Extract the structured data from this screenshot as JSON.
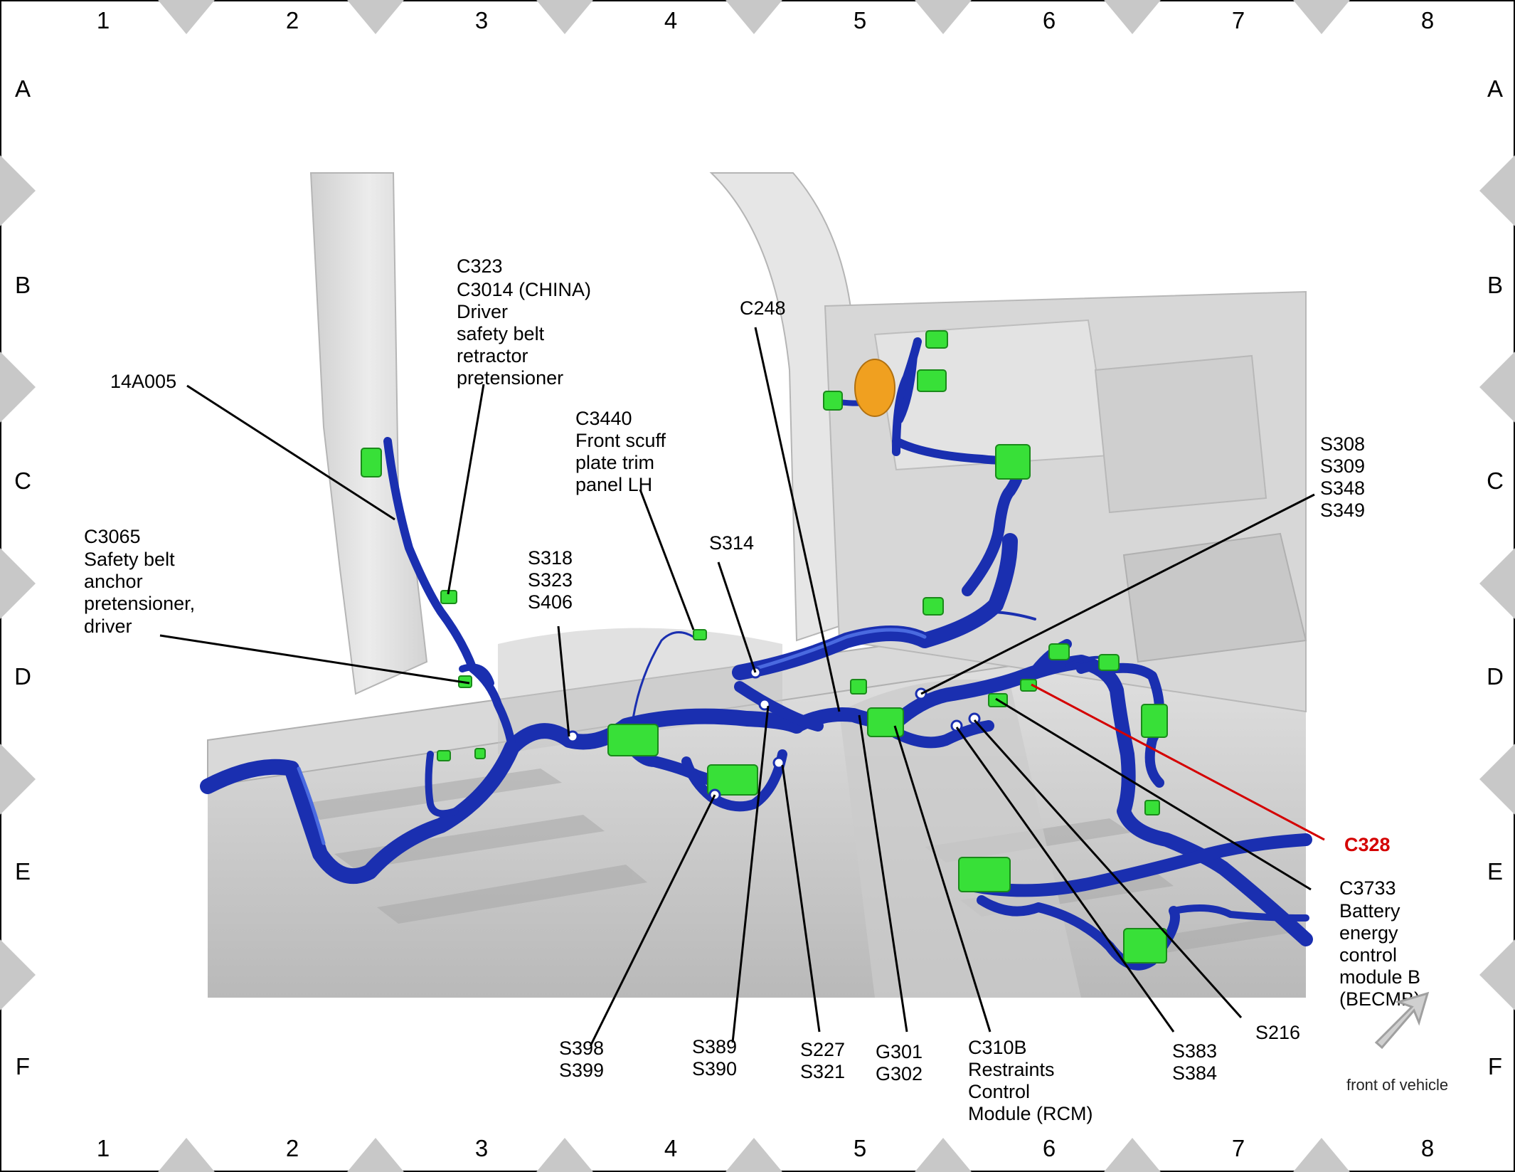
{
  "grid": {
    "columns": [
      "1",
      "2",
      "3",
      "4",
      "5",
      "6",
      "7",
      "8"
    ],
    "rows": [
      "A",
      "B",
      "C",
      "D",
      "E",
      "F"
    ]
  },
  "callouts": {
    "c14a005": "14A005",
    "c323": [
      "C323",
      "C3014  (CHINA)",
      "Driver",
      "safety belt",
      "retractor",
      "pretensioner"
    ],
    "c3440": [
      "C3440",
      "Front scuff",
      "plate trim",
      "panel LH"
    ],
    "c248": "C248",
    "c3065": [
      "C3065",
      "Safety belt",
      "anchor",
      "pretensioner,",
      "driver"
    ],
    "s318": [
      "S318",
      "S323",
      "S406"
    ],
    "s314": "S314",
    "s308": [
      "S308",
      "S309",
      "S348",
      "S349"
    ],
    "c328": "C328",
    "c3733": [
      "C3733",
      "Battery",
      "energy",
      "control",
      "module B",
      "(BECMB)"
    ],
    "s398": [
      "S398",
      "S399"
    ],
    "s389": [
      "S389",
      "S390"
    ],
    "s227": [
      "S227",
      "S321"
    ],
    "g301": [
      "G301",
      "G302"
    ],
    "c310b": [
      "C310B",
      "Restraints",
      "Control",
      "Module (RCM)"
    ],
    "s383": [
      "S383",
      "S384"
    ],
    "s216": "S216"
  },
  "front_indicator": {
    "caption": "front of vehicle",
    "icon": "arrow-icon"
  },
  "colors": {
    "harness": "#1a2fb0",
    "connector": "#38e038",
    "highlight_callout": "#d40000",
    "ground_terminal": "#f0a020",
    "grid_marker": "#c8c8c8"
  }
}
